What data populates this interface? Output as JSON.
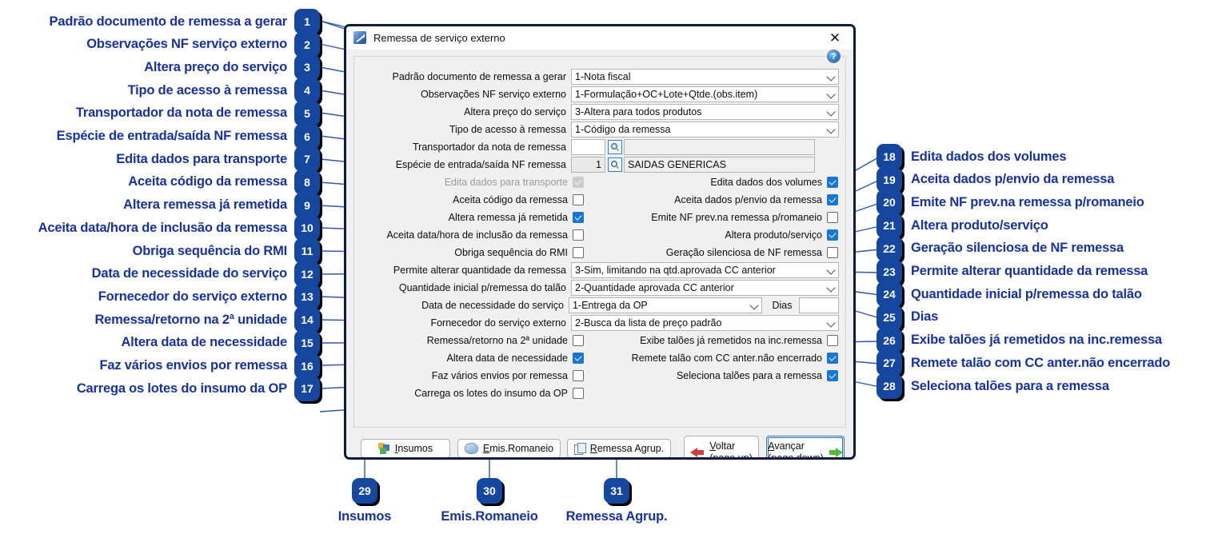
{
  "window": {
    "title": "Remessa de serviço externo",
    "icon": "app-icon",
    "close_label": "✕",
    "help_label": "?"
  },
  "form": {
    "rows": [
      {
        "label": "Padrão documento de remessa a gerar",
        "value": "1-Nota fiscal",
        "type": "combo"
      },
      {
        "label": "Observações NF serviço externo",
        "value": "1-Formulação+OC+Lote+Qtde.(obs.item)",
        "type": "combo"
      },
      {
        "label": "Altera preço do serviço",
        "value": "3-Altera para todos produtos",
        "type": "combo"
      },
      {
        "label": "Tipo de acesso à remessa",
        "value": "1-Código da remessa",
        "type": "combo"
      },
      {
        "label": "Transportador da nota de remessa",
        "code": "",
        "desc": "",
        "type": "lookup"
      },
      {
        "label": "Espécie de entrada/saída NF remessa",
        "code": "1",
        "desc": "SAIDAS GENERICAS",
        "type": "lookup"
      }
    ],
    "combo_quantidade": {
      "label": "Permite alterar quantidade da remessa",
      "value": "3-Sim, limitando na qtd.aprovada CC anterior"
    },
    "combo_qtd_inicial": {
      "label": "Quantidade inicial p/remessa do talão",
      "value": "2-Quantidade aprovada CC anterior"
    },
    "combo_data_necessidade": {
      "label": "Data de necessidade do serviço",
      "value": "1-Entrega da OP"
    },
    "dias": {
      "label": "Dias",
      "value": ""
    },
    "combo_fornecedor": {
      "label": "Fornecedor do serviço externo",
      "value": "2-Busca da lista de preço padrão"
    },
    "checks_left": [
      {
        "label": "Edita dados para transporte",
        "checked": true,
        "disabled": true
      },
      {
        "label": "Aceita código da remessa",
        "checked": false,
        "disabled": false
      },
      {
        "label": "Altera remessa já remetida",
        "checked": true,
        "disabled": false
      },
      {
        "label": "Aceita data/hora de inclusão da remessa",
        "checked": false,
        "disabled": false
      },
      {
        "label": "Obriga sequência do RMI",
        "checked": false,
        "disabled": false
      }
    ],
    "checks_right": [
      {
        "label": "Edita dados dos volumes",
        "checked": true,
        "disabled": false
      },
      {
        "label": "Aceita dados p/envio da remessa",
        "checked": true,
        "disabled": false
      },
      {
        "label": "Emite NF prev.na remessa p/romaneio",
        "checked": false,
        "disabled": false
      },
      {
        "label": "Altera produto/serviço",
        "checked": true,
        "disabled": false
      },
      {
        "label": "Geração silenciosa de NF remessa",
        "checked": false,
        "disabled": false
      }
    ],
    "checks_left2": [
      {
        "label": "Remessa/retorno na 2ª unidade",
        "checked": false,
        "disabled": false
      },
      {
        "label": "Altera data de necessidade",
        "checked": true,
        "disabled": false
      },
      {
        "label": "Faz vários envios por remessa",
        "checked": false,
        "disabled": false
      },
      {
        "label": "Carrega os lotes do insumo da OP",
        "checked": false,
        "disabled": false
      }
    ],
    "checks_right2": [
      {
        "label": "Exibe talões já remetidos na inc.remessa",
        "checked": false,
        "disabled": false
      },
      {
        "label": "Remete talão com CC anter.não encerrado",
        "checked": true,
        "disabled": false
      },
      {
        "label": "Seleciona talões para a remessa",
        "checked": true,
        "disabled": false
      }
    ]
  },
  "footer": {
    "buttons": [
      {
        "underline": "I",
        "rest": "nsumos",
        "icon": "insumos-icon"
      },
      {
        "underline": "E",
        "rest": "mis.Romaneio",
        "icon": "romaneio-icon"
      },
      {
        "underline": "R",
        "rest": "emessa Agrup.",
        "icon": "documents-icon"
      }
    ],
    "back": {
      "line1": "Voltar",
      "line1_underline": "V",
      "line1_rest": "oltar",
      "line2": "(page up)"
    },
    "next": {
      "line1": "Avançar",
      "line1_underline": "A",
      "line1_rest": "vançar",
      "line2": "(page down)"
    }
  },
  "annotations": {
    "left": [
      {
        "n": "1",
        "label": "Padrão documento de remessa a gerar"
      },
      {
        "n": "2",
        "label": "Observações NF serviço externo"
      },
      {
        "n": "3",
        "label": "Altera preço do serviço"
      },
      {
        "n": "4",
        "label": "Tipo de acesso à remessa"
      },
      {
        "n": "5",
        "label": "Transportador da nota de remessa"
      },
      {
        "n": "6",
        "label": "Espécie de entrada/saída NF remessa"
      },
      {
        "n": "7",
        "label": "Edita dados para transporte"
      },
      {
        "n": "8",
        "label": "Aceita código da remessa"
      },
      {
        "n": "9",
        "label": "Altera remessa já remetida"
      },
      {
        "n": "10",
        "label": "Aceita data/hora de inclusão da remessa"
      },
      {
        "n": "11",
        "label": "Obriga sequência do RMI"
      },
      {
        "n": "12",
        "label": "Data de necessidade do serviço"
      },
      {
        "n": "13",
        "label": "Fornecedor do serviço externo"
      },
      {
        "n": "14",
        "label": "Remessa/retorno na 2ª unidade"
      },
      {
        "n": "15",
        "label": "Altera data de necessidade"
      },
      {
        "n": "16",
        "label": "Faz vários envios por remessa"
      },
      {
        "n": "17",
        "label": "Carrega os lotes do insumo da OP"
      }
    ],
    "right": [
      {
        "n": "18",
        "label": "Edita dados dos volumes"
      },
      {
        "n": "19",
        "label": "Aceita dados p/envio da remessa"
      },
      {
        "n": "20",
        "label": "Emite NF prev.na remessa p/romaneio"
      },
      {
        "n": "21",
        "label": "Altera produto/serviço"
      },
      {
        "n": "22",
        "label": "Geração silenciosa de NF remessa"
      },
      {
        "n": "23",
        "label": "Permite alterar quantidade da remessa"
      },
      {
        "n": "24",
        "label": "Quantidade inicial p/remessa do talão"
      },
      {
        "n": "25",
        "label": "Dias"
      },
      {
        "n": "26",
        "label": "Exibe talões já remetidos na inc.remessa"
      },
      {
        "n": "27",
        "label": "Remete talão com CC anter.não encerrado"
      },
      {
        "n": "28",
        "label": "Seleciona talões para a remessa"
      }
    ],
    "bottom": [
      {
        "n": "29",
        "label": "Insumos"
      },
      {
        "n": "30",
        "label": "Emis.Romaneio"
      },
      {
        "n": "31",
        "label": "Remessa Agrup."
      }
    ]
  },
  "colors": {
    "badge": "#16479e",
    "label": "#17339b",
    "connector": "#2d58a8",
    "checkbox_checked": "#1877d2",
    "window_border": "#0d1b3e"
  }
}
